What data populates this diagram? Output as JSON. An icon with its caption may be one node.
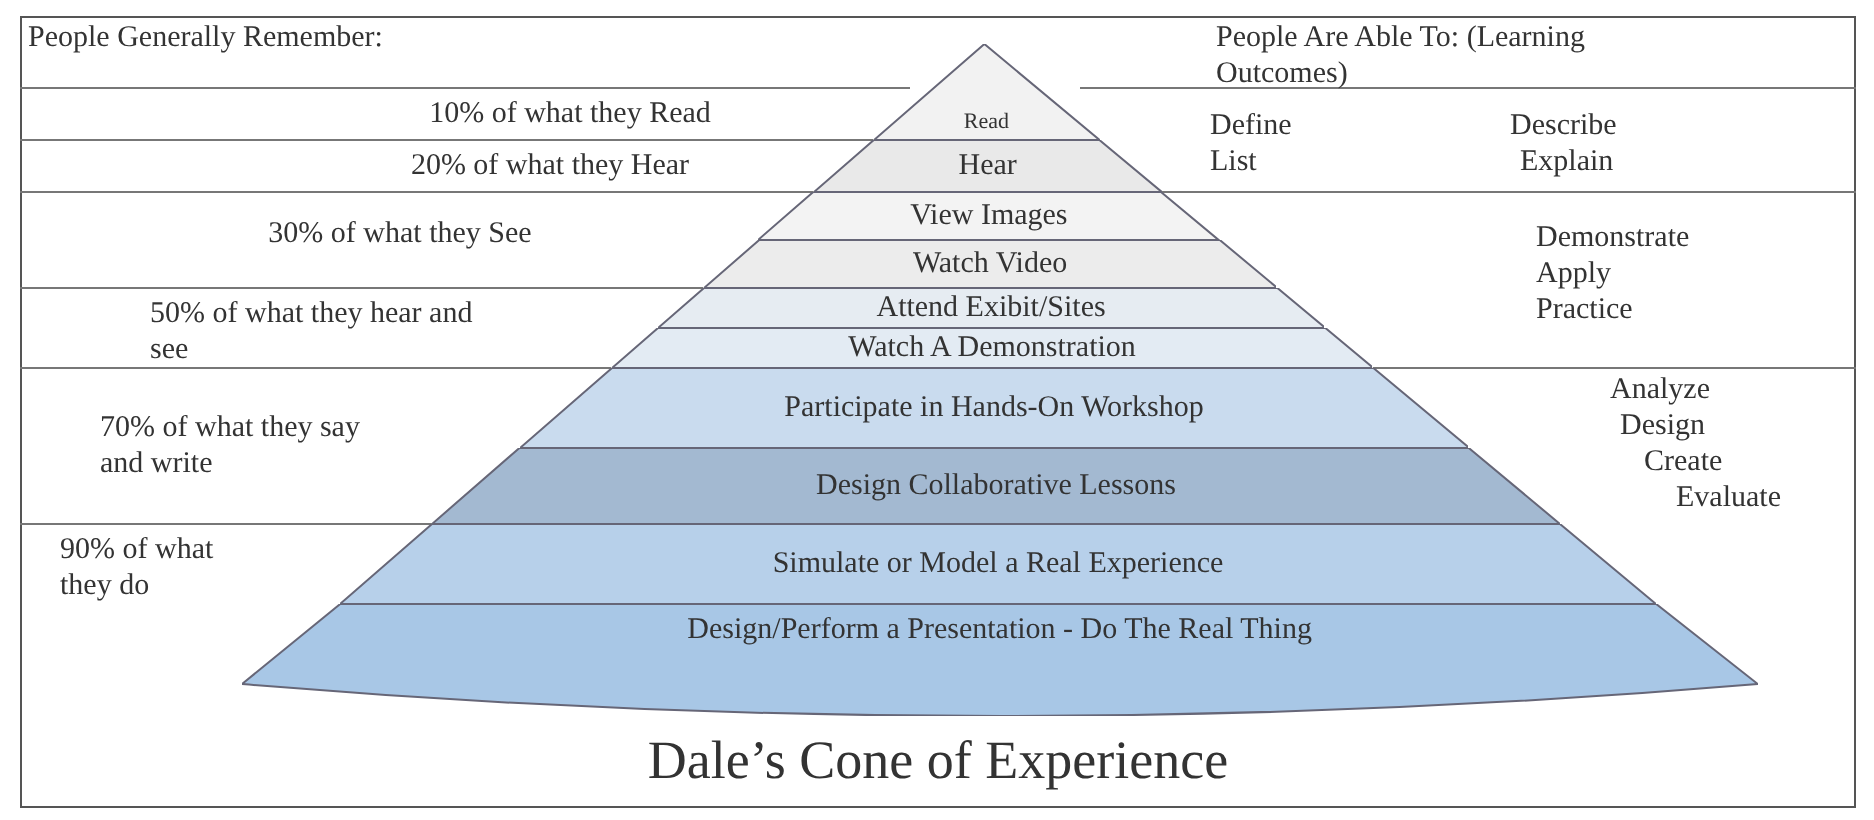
{
  "diagram": {
    "title": "Dale’s Cone of Experience",
    "nodes": [
      {
        "text": [
          "Read"
        ]
      },
      {
        "text": [
          "Hear"
        ]
      },
      {
        "text": [
          "View Images"
        ]
      },
      {
        "text": [
          "Watch Video"
        ]
      },
      {
        "text": [
          "Attend Exibit/Sites"
        ]
      },
      {
        "text": [
          "Watch A Demonstration"
        ]
      },
      {
        "text": [
          "Participate in Hands-On Workshop"
        ]
      },
      {
        "text": [
          "Design Collaborative Lessons"
        ]
      },
      {
        "text": [
          "Simulate or Model a Real Experience"
        ]
      },
      {
        "text": [
          "Design/Perform a Presentation - Do The Real Thing"
        ]
      }
    ],
    "labels": [
      "People Generally Remember:",
      "People Are Able To: (Learning Outcomes)",
      "10% of what they Read",
      "Define",
      "Describe",
      "20% of what they Hear",
      "List",
      "Explain",
      "30% of what they See",
      "Demonstrate",
      "Apply",
      "Practice",
      "50% of what they hear and see",
      "Analyze",
      "Design",
      "Create",
      "Evaluate",
      "70% of what they say and write",
      "90% of what they do"
    ]
  }
}
